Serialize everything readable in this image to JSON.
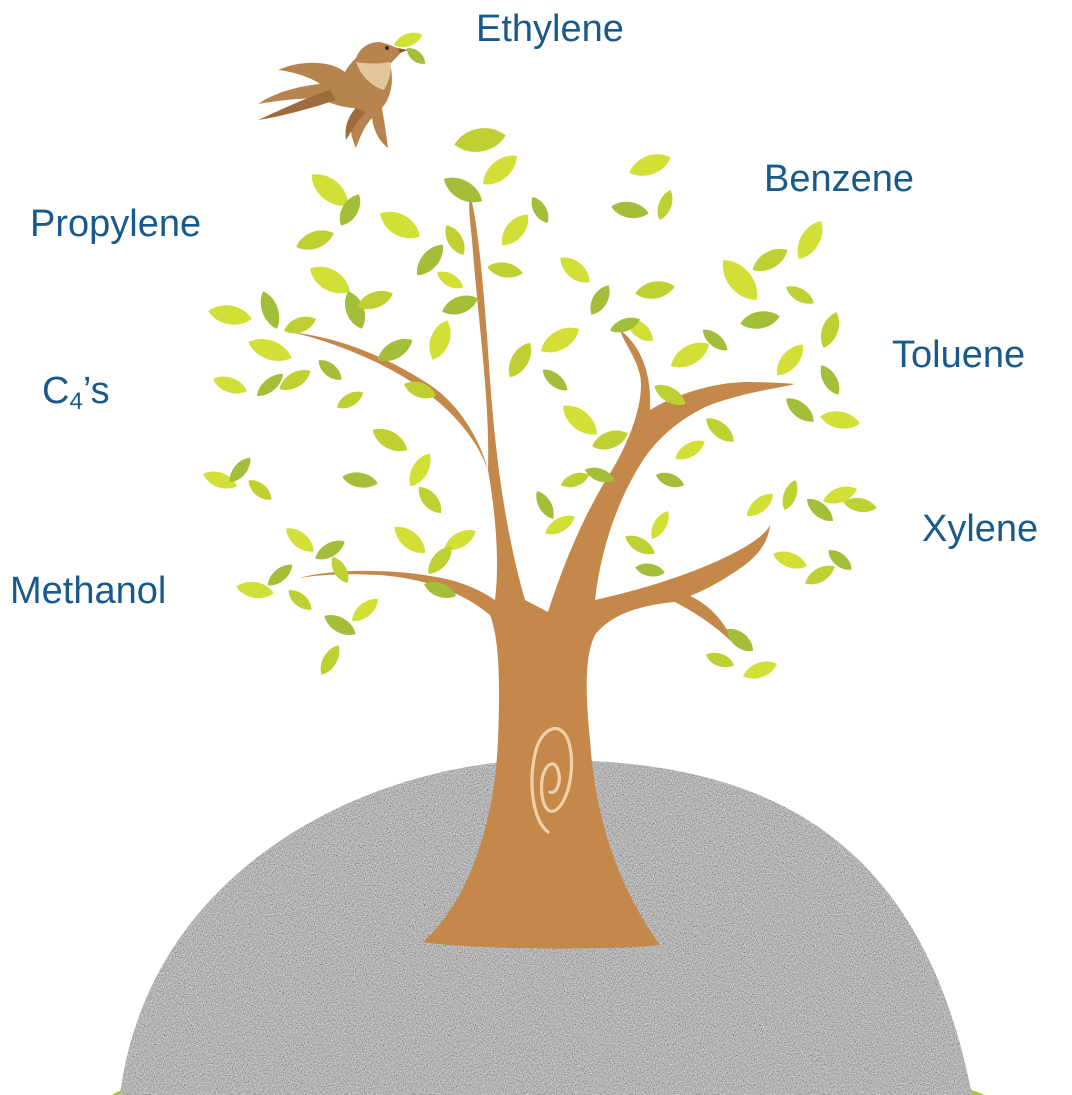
{
  "colors": {
    "label": "#1a5a8a",
    "trunk": "#c4884a",
    "leaf_light": "#d2df36",
    "leaf_mid": "#bfd132",
    "leaf_dark": "#a3bf3a",
    "bird": "#b7834f",
    "bird_belly": "#e2c79c",
    "gravel": "#a6a6a6",
    "grass": "#a8c63c"
  },
  "labels": {
    "ethylene": "Ethylene",
    "propylene": "Propylene",
    "benzene": "Benzene",
    "toluene": "Toluene",
    "c4_main": "C",
    "c4_sub": "4",
    "c4_suffix": "’s",
    "xylene": "Xylene",
    "methanol": "Methanol"
  },
  "icons": {
    "tree": "tree-icon",
    "bird": "bird-icon",
    "rock": "gravel-mound-icon"
  }
}
